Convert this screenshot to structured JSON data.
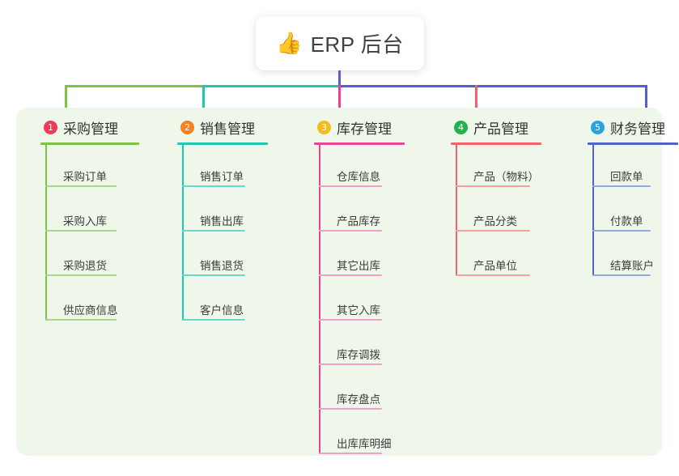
{
  "diagram": {
    "type": "org-chart",
    "root": {
      "icon": "thumbs-up-emoji",
      "icon_glyph": "👍",
      "title": "ERP 后台"
    },
    "panel_color": "#eef7e9",
    "root_stem_color": "#5b5bd6",
    "branches": [
      {
        "number": "1",
        "title": "采购管理",
        "badge_color": "#ef3b5b",
        "line_color": "#7cc24a",
        "leaf_rule_color": "#a8d68b",
        "items": [
          "采购订单",
          "采购入库",
          "采购退货",
          "供应商信息"
        ]
      },
      {
        "number": "2",
        "title": "销售管理",
        "badge_color": "#f5821f",
        "line_color": "#1ec8b0",
        "leaf_rule_color": "#68d8c8",
        "items": [
          "销售订单",
          "销售出库",
          "销售退货",
          "客户信息"
        ]
      },
      {
        "number": "3",
        "title": "库存管理",
        "badge_color": "#f5bc1f",
        "line_color": "#e8439a",
        "leaf_rule_color": "#f0a0c8",
        "items": [
          "仓库信息",
          "产品库存",
          "其它出库",
          "其它入库",
          "库存调拨",
          "库存盘点",
          "出库库明细"
        ]
      },
      {
        "number": "4",
        "title": "产品管理",
        "badge_color": "#22b14c",
        "line_color": "#f4616a",
        "leaf_rule_color": "#f6a0a4",
        "items": [
          "产品（物料）",
          "产品分类",
          "产品单位"
        ]
      },
      {
        "number": "5",
        "title": "财务管理",
        "badge_color": "#29a3e0",
        "line_color": "#4f63c8",
        "leaf_rule_color": "#96a8e0",
        "items": [
          "回款单",
          "付款单",
          "结算账户"
        ]
      }
    ],
    "bus_segments": [
      {
        "name": "bus-green",
        "color": "#7cc24a"
      },
      {
        "name": "bus-teal",
        "color": "#1ec8b0"
      },
      {
        "name": "bus-blue",
        "color": "#5b5bd6"
      }
    ]
  }
}
